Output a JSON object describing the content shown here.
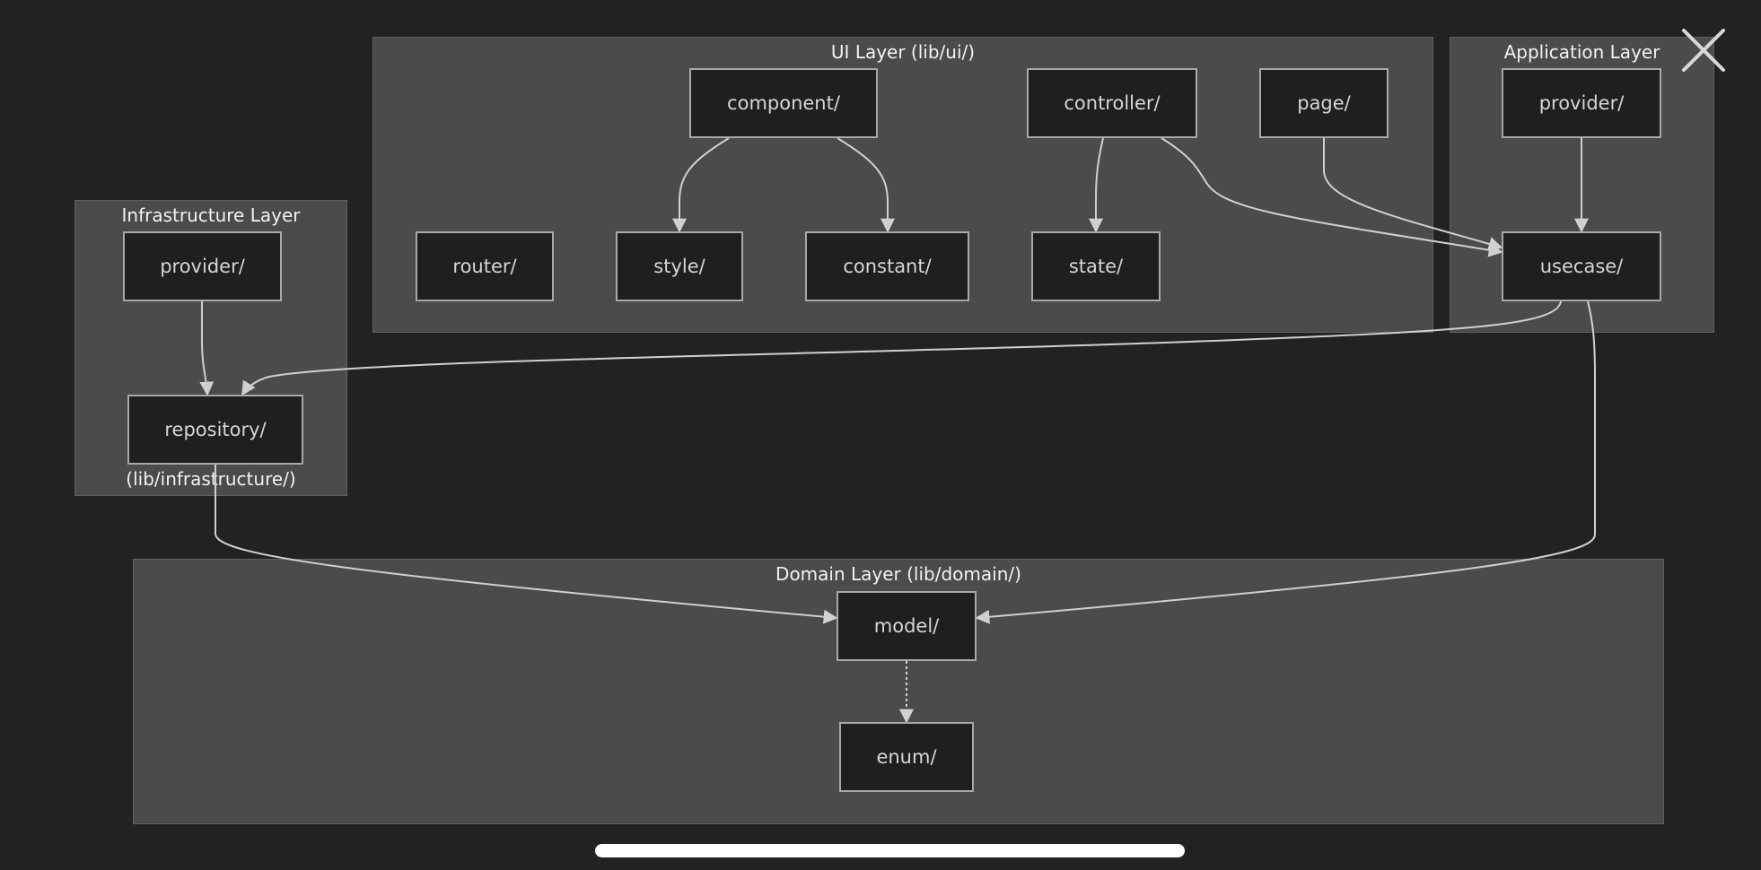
{
  "diagram": {
    "layers": {
      "ui": {
        "title": "UI Layer (lib/ui/)"
      },
      "application": {
        "title": "Application Layer"
      },
      "infrastructure": {
        "title": "Infrastructure Layer",
        "title_overflow": "(lib/infrastructure/)"
      },
      "domain": {
        "title": "Domain Layer (lib/domain/)"
      }
    },
    "nodes": {
      "component": "component/",
      "controller": "controller/",
      "page": "page/",
      "router": "router/",
      "style": "style/",
      "constant": "constant/",
      "state": "state/",
      "app_provider": "provider/",
      "usecase": "usecase/",
      "infra_provider": "provider/",
      "repository": "repository/",
      "model": "model/",
      "enum": "enum/"
    },
    "edges": [
      {
        "from": "component",
        "to": "style",
        "style": "solid"
      },
      {
        "from": "component",
        "to": "constant",
        "style": "solid"
      },
      {
        "from": "controller",
        "to": "state",
        "style": "solid"
      },
      {
        "from": "controller",
        "to": "usecase",
        "style": "solid"
      },
      {
        "from": "page",
        "to": "usecase",
        "style": "solid"
      },
      {
        "from": "app_provider",
        "to": "usecase",
        "style": "solid"
      },
      {
        "from": "usecase",
        "to": "repository",
        "style": "solid"
      },
      {
        "from": "usecase",
        "to": "model",
        "style": "solid"
      },
      {
        "from": "infra_provider",
        "to": "repository",
        "style": "solid"
      },
      {
        "from": "repository",
        "to": "model",
        "style": "solid"
      },
      {
        "from": "model",
        "to": "enum",
        "style": "dotted"
      }
    ]
  },
  "colors": {
    "background": "#222222",
    "layer_fill": "#4a4b4a",
    "node_fill": "#1f1f1f",
    "node_border": "#a8a8a8",
    "edge": "#d0d0d0"
  },
  "controls": {
    "close": "close-icon"
  }
}
